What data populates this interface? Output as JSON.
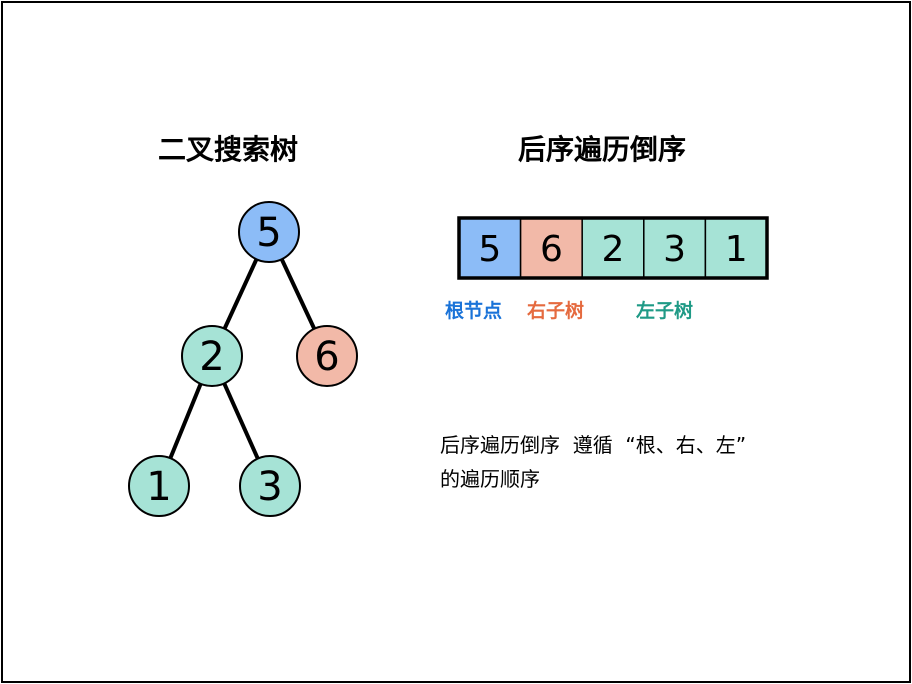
{
  "titles": {
    "tree": "二叉搜索树",
    "sequence": "后序遍历倒序"
  },
  "colors": {
    "root": "#8cbcf7",
    "right": "#f2b9a8",
    "left": "#a6e3d6",
    "root_label": "#1a73d8",
    "right_label": "#e56a3f",
    "left_label": "#1f9a86"
  },
  "tree": {
    "nodes": [
      {
        "id": "n5",
        "value": "5",
        "group": "root"
      },
      {
        "id": "n2",
        "value": "2",
        "group": "left"
      },
      {
        "id": "n6",
        "value": "6",
        "group": "right"
      },
      {
        "id": "n1",
        "value": "1",
        "group": "left"
      },
      {
        "id": "n3",
        "value": "3",
        "group": "left"
      }
    ],
    "edges": [
      [
        "n5",
        "n2"
      ],
      [
        "n5",
        "n6"
      ],
      [
        "n2",
        "n1"
      ],
      [
        "n2",
        "n3"
      ]
    ]
  },
  "sequence": [
    {
      "value": "5",
      "group": "root"
    },
    {
      "value": "6",
      "group": "right"
    },
    {
      "value": "2",
      "group": "left"
    },
    {
      "value": "3",
      "group": "left"
    },
    {
      "value": "1",
      "group": "left"
    }
  ],
  "labels": {
    "root": "根节点",
    "right": "右子树",
    "left": "左子树"
  },
  "description": {
    "line1": "后序遍历倒序  遵循  “根、右、左”",
    "line2": "的遍历顺序"
  }
}
